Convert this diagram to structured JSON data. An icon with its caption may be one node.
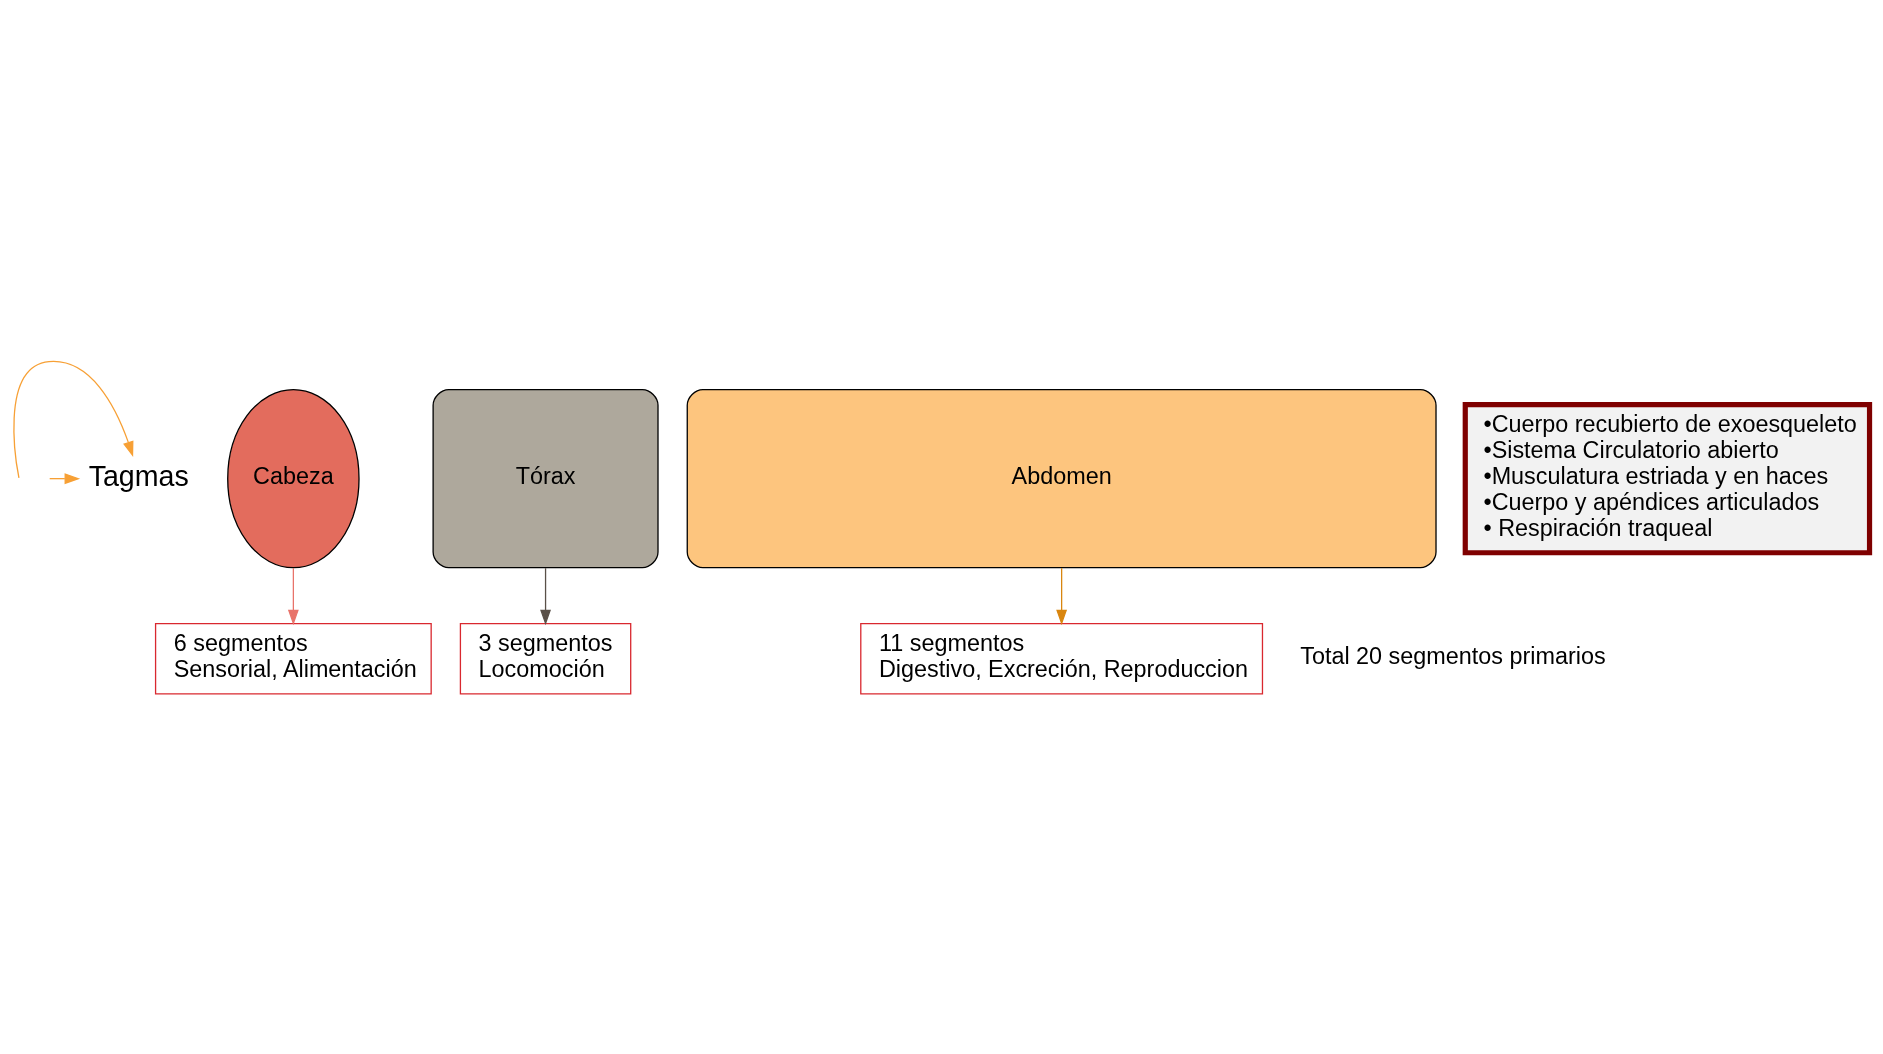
{
  "diagram": {
    "nodes": [
      {
        "text": [
          "Tagmas"
        ]
      },
      {
        "text": [
          "Cabeza"
        ]
      },
      {
        "text": [
          "Tórax"
        ]
      },
      {
        "text": [
          "Abdomen"
        ]
      },
      {
        "text": [
          "6 segmentos",
          "Sensorial, Alimentación"
        ]
      },
      {
        "text": [
          "3 segmentos",
          "Locomoción"
        ]
      },
      {
        "text": [
          "11 segmentos",
          "Digestivo, Excreción, Reproduccion"
        ]
      },
      {
        "text": [
          "•Cuerpo recubierto de exoesqueleto",
          "•Sistema Circulatorio abierto",
          "•Musculatura estriada y en haces",
          "•Cuerpo y apéndices articulados",
          "• Respiración traqueal"
        ]
      }
    ],
    "edges": [
      {
        "from": null,
        "to": 0,
        "arrow": "to"
      },
      {
        "from": null,
        "to": 0,
        "arrow": "to"
      },
      {
        "from": 1,
        "to": 4,
        "arrow": "to",
        "color": "#e8736a"
      },
      {
        "from": 2,
        "to": 5,
        "arrow": "to",
        "color": "#5a5048"
      },
      {
        "from": 3,
        "to": 6,
        "arrow": "to",
        "color": "#d9860f"
      }
    ],
    "labels": [
      "Total 20 segmentos primarios"
    ]
  }
}
